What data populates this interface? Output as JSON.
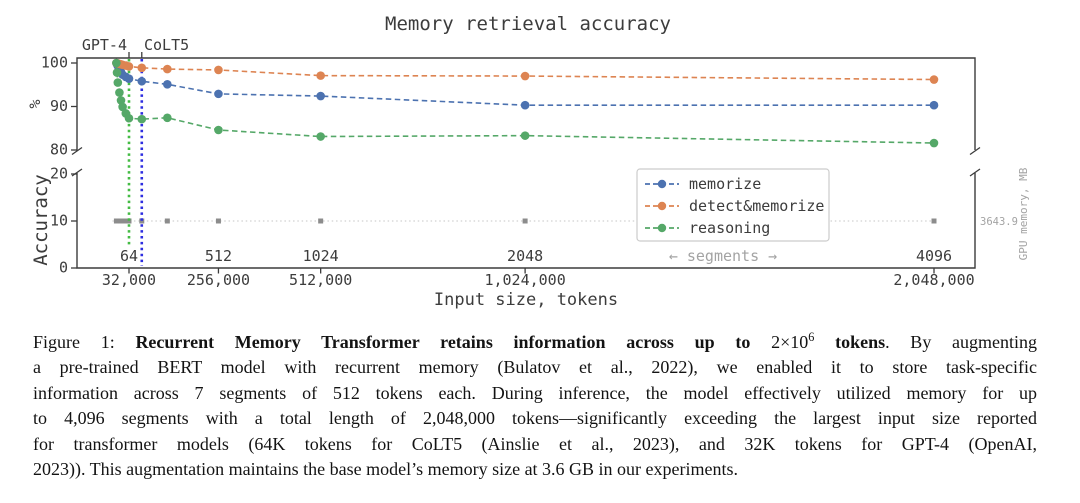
{
  "figure": {
    "title": "Memory retrieval accuracy",
    "xlabel": "Input size, tokens",
    "ylabel": "Accuracy",
    "ylabel_top_panel": "%",
    "right_axis_label": "GPU memory, MB",
    "segments_hint": "← segments →"
  },
  "chart_data": {
    "type": "line",
    "title": "Memory retrieval accuracy",
    "xlabel": "Input size, tokens",
    "ylabel": "Accuracy",
    "x_axis": {
      "scale": "linear",
      "unit": "tokens",
      "ticks": [
        {
          "tokens": 32000,
          "token_label": "32,000",
          "segments_label": "64"
        },
        {
          "tokens": 256000,
          "token_label": "256,000",
          "segments_label": "512"
        },
        {
          "tokens": 512000,
          "token_label": "512,000",
          "segments_label": "1024"
        },
        {
          "tokens": 1024000,
          "token_label": "1,024,000",
          "segments_label": "2048"
        },
        {
          "tokens": 2048000,
          "token_label": "2,048,000",
          "segments_label": "4096"
        }
      ]
    },
    "top_panel": {
      "ylabel": "%",
      "yticks": [
        100,
        90,
        80
      ],
      "ylim": [
        79,
        101.5
      ]
    },
    "bottom_panel": {
      "yticks": [
        20,
        10,
        0
      ],
      "ylim": [
        0,
        20
      ]
    },
    "x_tokens": [
      500,
      2000,
      4000,
      8000,
      12000,
      16000,
      24000,
      32000,
      64000,
      128000,
      256000,
      512000,
      1024000,
      2048000
    ],
    "series": [
      {
        "name": "memorize",
        "color": "#4c72b0",
        "values": [
          100,
          99.7,
          99.3,
          98.5,
          97.9,
          97.3,
          96.8,
          96.4,
          95.8,
          95.1,
          92.9,
          92.4,
          90.3,
          90.3
        ]
      },
      {
        "name": "detect&memorize",
        "color": "#dd8452",
        "values": [
          100,
          99.9,
          99.9,
          99.8,
          99.7,
          99.6,
          99.4,
          99.2,
          98.9,
          98.6,
          98.4,
          97.1,
          97.0,
          96.2
        ]
      },
      {
        "name": "reasoning",
        "color": "#55a868",
        "values": [
          100,
          97.8,
          95.5,
          93.2,
          91.4,
          89.9,
          88.4,
          87.3,
          87.1,
          87.4,
          84.6,
          83.1,
          83.3,
          81.6
        ]
      }
    ],
    "gpu_memory_series": {
      "name": "GPU memory, MB",
      "constant_accuracy_axis_value": 10,
      "value_label": "3643.9",
      "line_color": "#c6c6c6",
      "marker_color": "#8c8c8c"
    },
    "vlines": [
      {
        "label": "GPT-4",
        "tokens": 32000,
        "color": "#44bb44"
      },
      {
        "label": "CoLT5",
        "tokens": 64000,
        "color": "#2d2de0"
      }
    ],
    "legend": {
      "entries": [
        "memorize",
        "detect&memorize",
        "reasoning"
      ],
      "position": "bottom-panel-center"
    }
  },
  "caption": {
    "lines": [
      {
        "last": false,
        "segments": [
          {
            "t": "Figure 1: "
          },
          {
            "t": "Recurrent Memory Transformer retains information across up to ",
            "b": true
          },
          {
            "t": "2×10"
          },
          {
            "t": "6",
            "sup": true
          },
          {
            "t": " tokens",
            "b": true
          },
          {
            "t": ". By augmenting"
          }
        ]
      },
      {
        "last": false,
        "segments": [
          {
            "t": "a pre-trained BERT model with recurrent memory (Bulatov et al., 2022), we enabled it to store task-specific"
          }
        ]
      },
      {
        "last": false,
        "segments": [
          {
            "t": "information across 7 segments of 512 tokens each. During inference, the model effectively utilized memory for up"
          }
        ]
      },
      {
        "last": false,
        "segments": [
          {
            "t": "to 4,096 segments with a total length of 2,048,000 tokens—significantly exceeding the largest input size reported"
          }
        ]
      },
      {
        "last": false,
        "segments": [
          {
            "t": "for transformer models (64K tokens for CoLT5 (Ainslie et al., 2023), and 32K tokens for GPT-4 (OpenAI,"
          }
        ]
      },
      {
        "last": true,
        "segments": [
          {
            "t": "2023)). This augmentation maintains the base model’s memory size at 3.6 GB in our experiments."
          }
        ]
      }
    ]
  }
}
